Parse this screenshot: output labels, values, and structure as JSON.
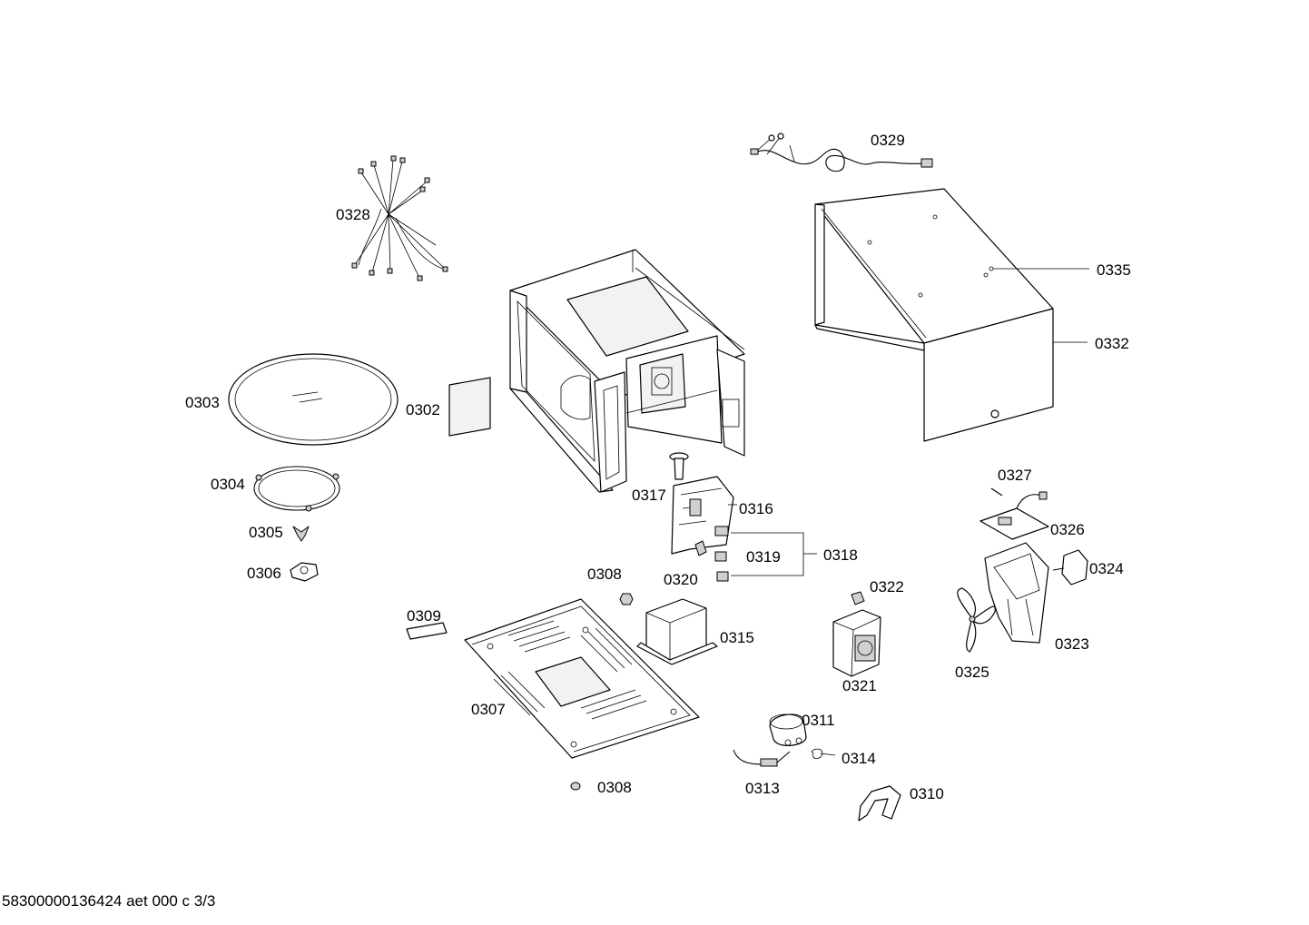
{
  "parts": [
    {
      "id": "0328",
      "label": "0328"
    },
    {
      "id": "0329",
      "label": "0329"
    },
    {
      "id": "0335",
      "label": "0335"
    },
    {
      "id": "0332",
      "label": "0332"
    },
    {
      "id": "0303",
      "label": "0303"
    },
    {
      "id": "0302",
      "label": "0302"
    },
    {
      "id": "0304",
      "label": "0304"
    },
    {
      "id": "0305",
      "label": "0305"
    },
    {
      "id": "0306",
      "label": "0306"
    },
    {
      "id": "0317",
      "label": "0317"
    },
    {
      "id": "0316",
      "label": "0316"
    },
    {
      "id": "0327",
      "label": "0327"
    },
    {
      "id": "0326",
      "label": "0326"
    },
    {
      "id": "0318",
      "label": "0318"
    },
    {
      "id": "0319",
      "label": "0319"
    },
    {
      "id": "0320",
      "label": "0320"
    },
    {
      "id": "0324",
      "label": "0324"
    },
    {
      "id": "0308a",
      "label": "0308"
    },
    {
      "id": "0322",
      "label": "0322"
    },
    {
      "id": "0309",
      "label": "0309"
    },
    {
      "id": "0315",
      "label": "0315"
    },
    {
      "id": "0323",
      "label": "0323"
    },
    {
      "id": "0325",
      "label": "0325"
    },
    {
      "id": "0321",
      "label": "0321"
    },
    {
      "id": "0307",
      "label": "0307"
    },
    {
      "id": "0311",
      "label": "0311"
    },
    {
      "id": "0314",
      "label": "0314"
    },
    {
      "id": "0313",
      "label": "0313"
    },
    {
      "id": "0308b",
      "label": "0308"
    },
    {
      "id": "0310",
      "label": "0310"
    }
  ],
  "footer": "58300000136424 aet 000 c 3/3"
}
